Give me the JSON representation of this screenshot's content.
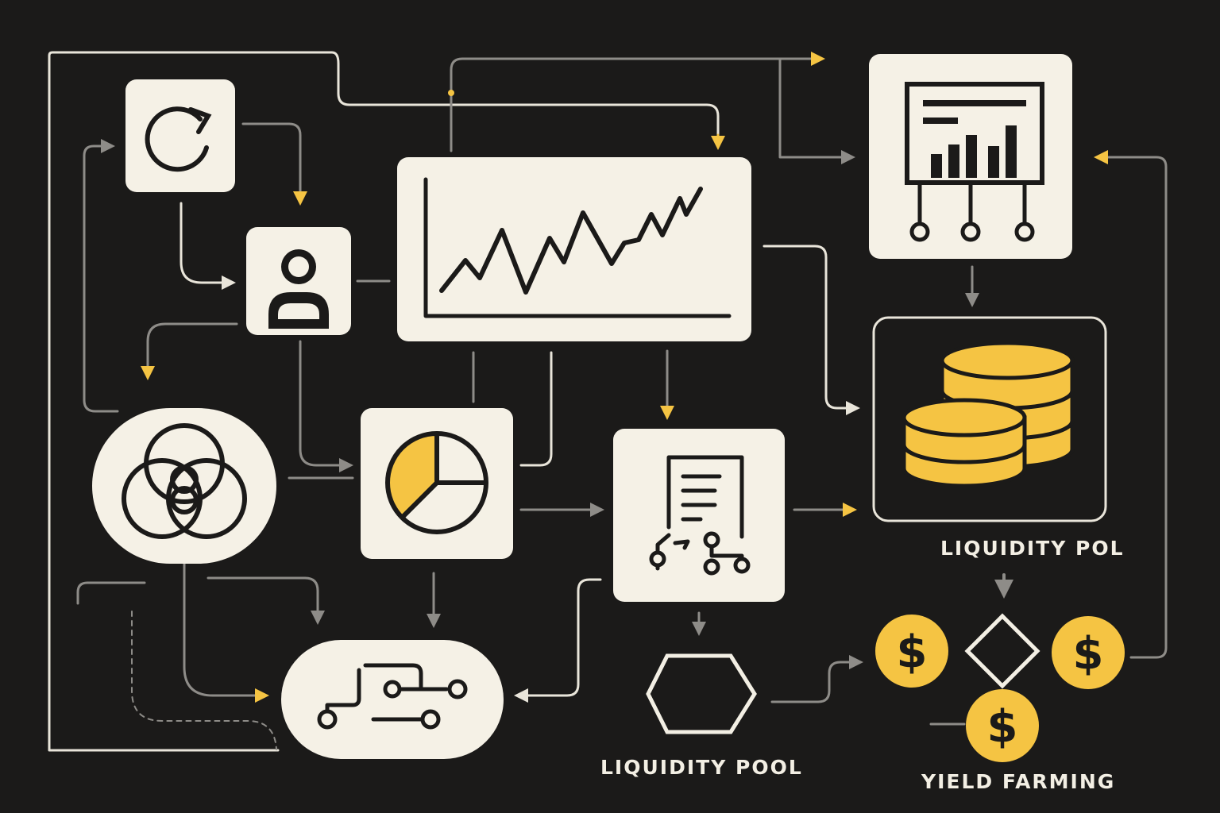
{
  "colors": {
    "background": "#1b1a19",
    "card": "#f5f1e6",
    "ink": "#1b1a19",
    "line_white": "#e9e5da",
    "line_gray": "#8e8c88",
    "accent_yellow": "#f5c443"
  },
  "nodes": [
    {
      "id": "refresh",
      "icon": "refresh-icon"
    },
    {
      "id": "user",
      "icon": "user-icon"
    },
    {
      "id": "price-chart",
      "icon": "line-chart-icon"
    },
    {
      "id": "dashboard",
      "icon": "bar-chart-circuit-icon"
    },
    {
      "id": "venn",
      "icon": "venn-diagram-icon"
    },
    {
      "id": "pie",
      "icon": "pie-chart-icon"
    },
    {
      "id": "contract",
      "icon": "document-circuit-icon"
    },
    {
      "id": "coins",
      "icon": "coin-stack-icon"
    },
    {
      "id": "circuit",
      "icon": "circuit-icon"
    },
    {
      "id": "hexagon",
      "icon": "hexagon-icon"
    },
    {
      "id": "diamond",
      "icon": "diamond-icon"
    },
    {
      "id": "dollar-left",
      "icon": "dollar-coin-icon"
    },
    {
      "id": "dollar-right",
      "icon": "dollar-coin-icon"
    },
    {
      "id": "dollar-bottom",
      "icon": "dollar-coin-icon"
    }
  ],
  "labels": {
    "liquidity_pol": "LIQUIDITY POL",
    "liquidity_pool": "LIQUIDITY POOL",
    "yield_farming": "YIELD FARMING"
  },
  "dollar_symbol": "$"
}
